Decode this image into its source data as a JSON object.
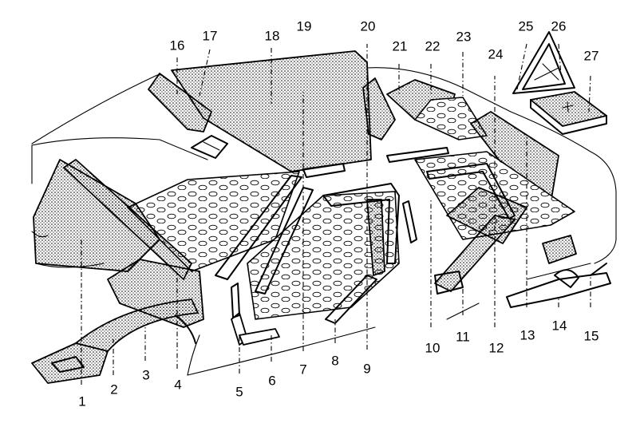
{
  "callouts": {
    "n1": "1",
    "n2": "2",
    "n3": "3",
    "n4": "4",
    "n5": "5",
    "n6": "6",
    "n7": "7",
    "n8": "8",
    "n9": "9",
    "n10": "10",
    "n11": "11",
    "n12": "12",
    "n13": "13",
    "n14": "14",
    "n15": "15",
    "n16": "16",
    "n17": "17",
    "n18": "18",
    "n19": "19",
    "n20": "20",
    "n21": "21",
    "n22": "22",
    "n23": "23",
    "n24": "24",
    "n25": "25",
    "n26": "26",
    "n27": "27"
  },
  "colors": {
    "ink": "#000000",
    "paper": "#ffffff"
  }
}
